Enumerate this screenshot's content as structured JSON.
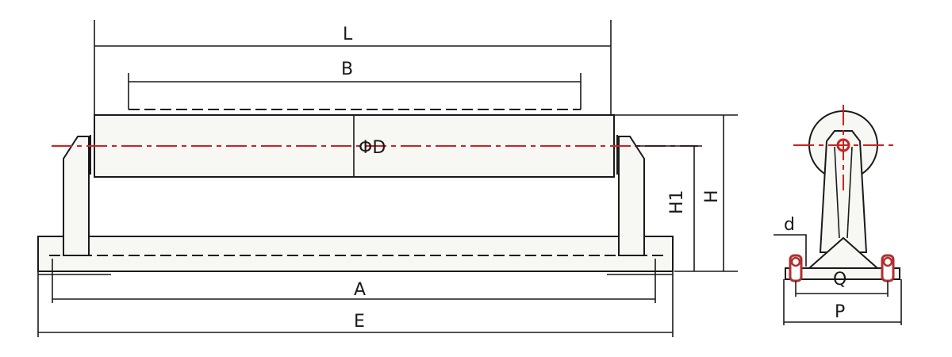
{
  "colors": {
    "line": "#1a1a1a",
    "centerline": "#cc2222",
    "bolt": "#b03030",
    "body": "#f7f7f4"
  },
  "labels": {
    "L": "L",
    "B": "B",
    "phiD": "ΦD",
    "H": "H",
    "H1": "H1",
    "A": "A",
    "E": "E",
    "d": "d",
    "Q": "Q",
    "P": "P"
  }
}
